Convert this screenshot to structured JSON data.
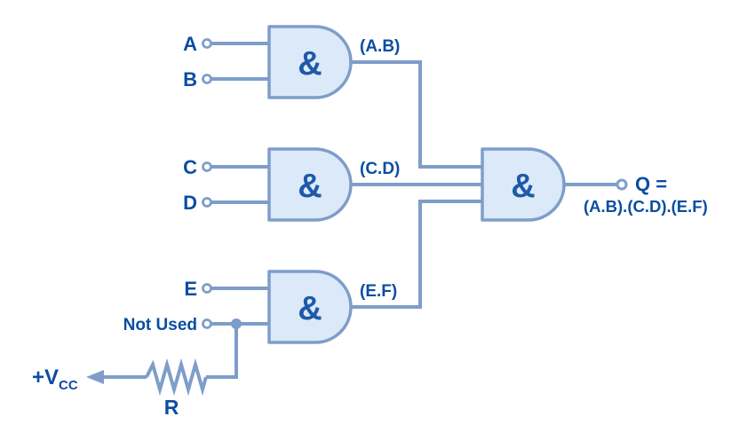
{
  "colors": {
    "wire": "#7E9DC9",
    "gate_fill": "#DCE9F8",
    "gate_stroke": "#7E9DC9",
    "label_text": "#0B4DA2",
    "symbol_text": "#1E5AA8",
    "background": "#FFFFFF"
  },
  "gates": [
    {
      "symbol": "&",
      "inputs": [
        "A",
        "B"
      ],
      "output_label": "(A.B)"
    },
    {
      "symbol": "&",
      "inputs": [
        "C",
        "D"
      ],
      "output_label": "(C.D)"
    },
    {
      "symbol": "&",
      "inputs": [
        "E",
        "Not Used"
      ],
      "output_label": "(E.F)"
    },
    {
      "symbol": "&"
    }
  ],
  "output": {
    "label": "Q =",
    "expression": "(A.B).(C.D).(E.F)"
  },
  "power": {
    "rail": "+V",
    "rail_subscript": "CC",
    "resistor_label": "R"
  }
}
